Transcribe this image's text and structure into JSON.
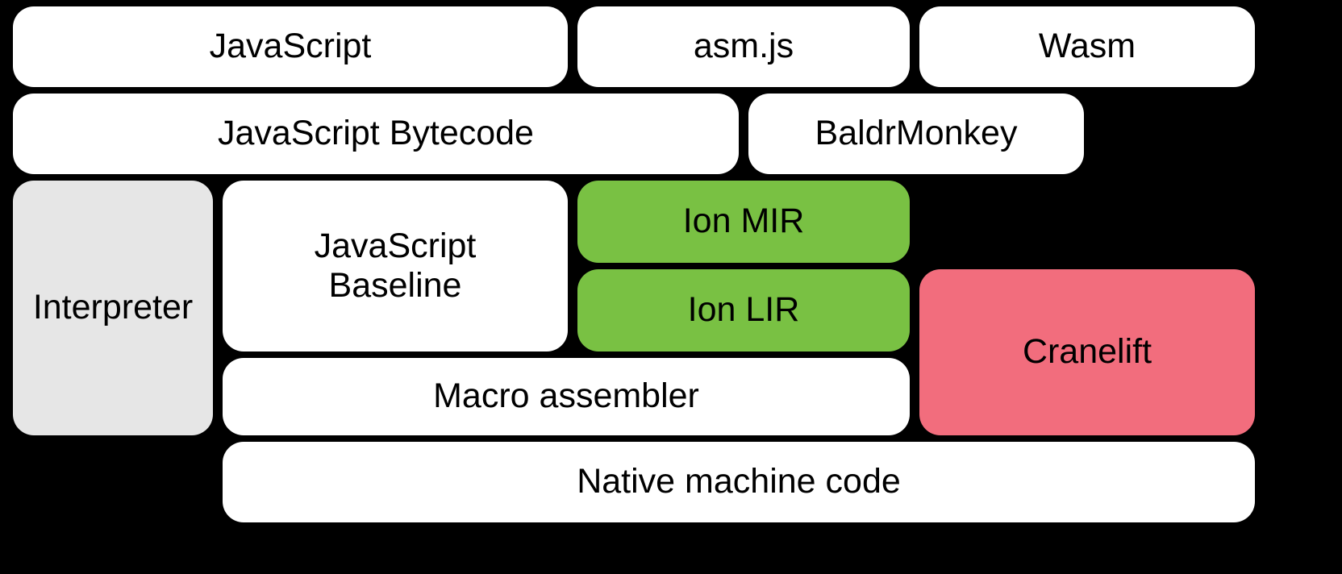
{
  "diagram": {
    "description": "Compiler pipeline diagram on black background",
    "background_color": "#000000",
    "text_color": "#000000",
    "colors": {
      "default_box": "#ffffff",
      "interpreter_gray": "#e6e6e6",
      "ion_green": "#79c143",
      "cranelift_pink": "#f26d7d"
    },
    "nodes": [
      {
        "id": "javascript",
        "label": "JavaScript",
        "color": "#ffffff"
      },
      {
        "id": "asmjs",
        "label": "asm.js",
        "color": "#ffffff"
      },
      {
        "id": "wasm",
        "label": "Wasm",
        "color": "#ffffff"
      },
      {
        "id": "js-bytecode",
        "label": "JavaScript Bytecode",
        "color": "#ffffff"
      },
      {
        "id": "baldrmonkey",
        "label": "BaldrMonkey",
        "color": "#ffffff"
      },
      {
        "id": "interpreter",
        "label": "Interpreter",
        "color": "#e6e6e6"
      },
      {
        "id": "js-baseline",
        "label": "JavaScript Baseline",
        "color": "#ffffff"
      },
      {
        "id": "ion-mir",
        "label": "Ion MIR",
        "color": "#79c143"
      },
      {
        "id": "ion-lir",
        "label": "Ion LIR",
        "color": "#79c143"
      },
      {
        "id": "cranelift",
        "label": "Cranelift",
        "color": "#f26d7d"
      },
      {
        "id": "macro-assembler",
        "label": "Macro assembler",
        "color": "#ffffff"
      },
      {
        "id": "native-machine-code",
        "label": "Native machine code",
        "color": "#ffffff"
      }
    ]
  }
}
